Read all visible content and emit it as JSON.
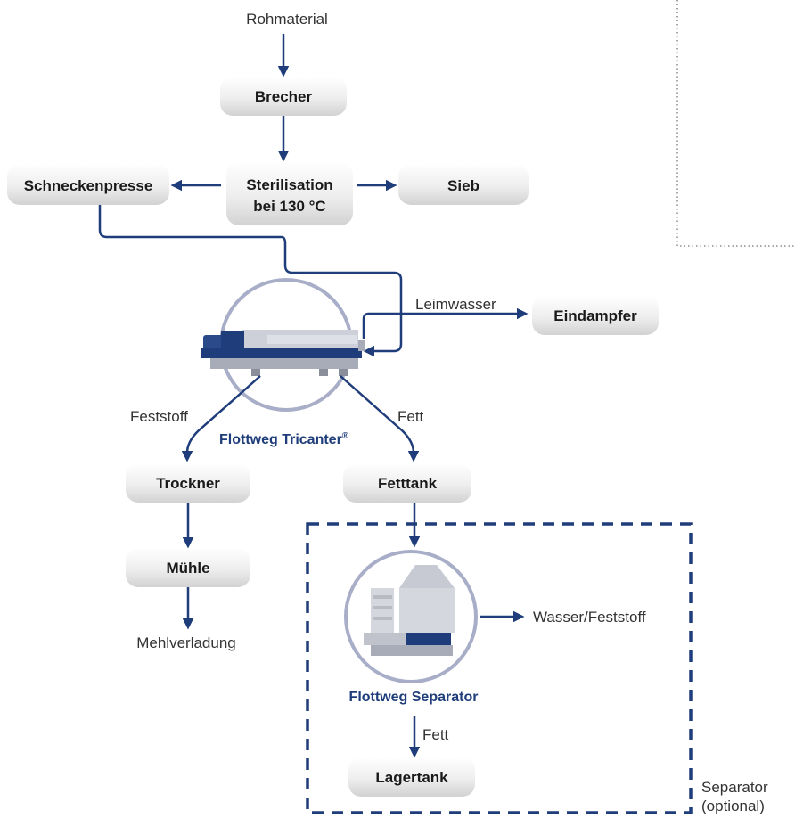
{
  "inputs": {
    "raw": "Rohmaterial"
  },
  "boxes": {
    "brecher": "Brecher",
    "sterilisation_line1": "Sterilisation",
    "sterilisation_line2": "bei 130 °C",
    "schneckenpresse": "Schneckenpresse",
    "sieb": "Sieb",
    "eindampfer": "Eindampfer",
    "trockner": "Trockner",
    "fetttank": "Fetttank",
    "muehle": "Mühle",
    "lagertank": "Lagertank"
  },
  "labels": {
    "leimwasser": "Leimwasser",
    "feststoff": "Feststoff",
    "fett": "Fett",
    "fett2": "Fett",
    "mehlverladung": "Mehlverladung",
    "wasser_feststoff": "Wasser/Feststoff",
    "separator_optional_line1": "Separator",
    "separator_optional_line2": "(optional)"
  },
  "machines": {
    "tricanter": "Flottweg Tricanter",
    "tricanter_mark": "®",
    "separator": "Flottweg Separator"
  },
  "colors": {
    "flow": "#1f3d7a",
    "box_fill": "#e6e6e6",
    "machine_ring": "#a9aec8",
    "brand_text": "#1f3d7a"
  }
}
